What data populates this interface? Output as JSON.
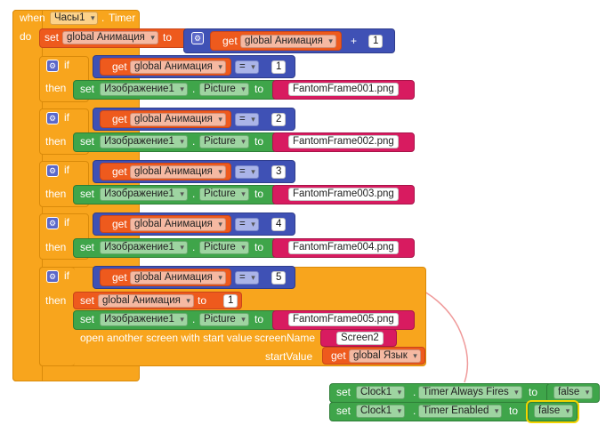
{
  "event": {
    "when": "when",
    "component": "Часы1",
    "method": "Timer",
    "do": "do"
  },
  "keywords": {
    "set": "set",
    "get": "get",
    "to": "to",
    "if": "if",
    "then": "then",
    "dot": "."
  },
  "var_name": "global Анимация",
  "plus": "+",
  "eq": "=",
  "increment": "1",
  "image_comp": "Изображение1",
  "picture_prop": "Picture",
  "branches": [
    {
      "num": "1",
      "file": "FantomFrame001.png"
    },
    {
      "num": "2",
      "file": "FantomFrame002.png"
    },
    {
      "num": "3",
      "file": "FantomFrame003.png"
    },
    {
      "num": "4",
      "file": "FantomFrame004.png"
    },
    {
      "num": "5",
      "file": "FantomFrame005.png"
    }
  ],
  "reset_value": "1",
  "open_screen": {
    "label": "open another screen with start value",
    "screen_name_label": "screenName",
    "screen_name": "Screen2",
    "start_value_label": "startValue",
    "start_value_var": "global Язык"
  },
  "clock_blocks": {
    "component": "Clock1",
    "prop1": "Timer Always Fires",
    "val1": "false",
    "prop2": "Timer Enabled",
    "val2": "false"
  },
  "colors": {
    "event": "#f8a51d",
    "variable": "#ee5a1d",
    "math": "#3f51b5",
    "component": "#3fa54a",
    "text": "#d81b60",
    "scribble": "#ef9a9a"
  }
}
